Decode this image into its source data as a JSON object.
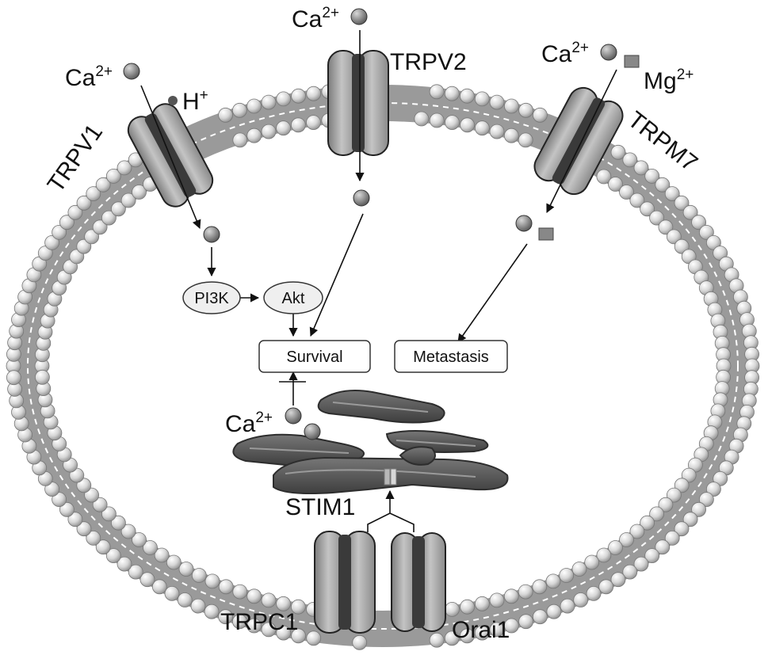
{
  "channels": {
    "trpv1": "TRPV1",
    "trpv2": "TRPV2",
    "trpm7": "TRPM7",
    "trpc1": "TRPC1",
    "orai1": "Orai1"
  },
  "ions": {
    "ca": "Ca",
    "ca_charge": "2+",
    "h": "H",
    "h_charge": "+",
    "mg": "Mg",
    "mg_charge": "2+"
  },
  "nodes": {
    "pi3k": "PI3K",
    "akt": "Akt",
    "survival": "Survival",
    "metastasis": "Metastasis"
  },
  "organelle": {
    "stim1": "STIM1"
  }
}
